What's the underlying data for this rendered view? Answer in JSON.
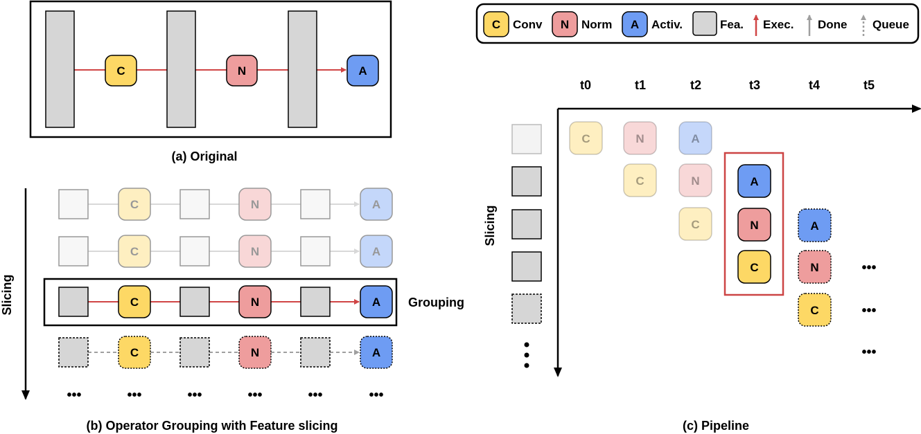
{
  "colors": {
    "conv": "#FDD865",
    "norm": "#EE9D9D",
    "activ": "#6E9CF3",
    "feature": "#D6D6D6",
    "exec_arrow": "#D04545",
    "done_arrow": "#9F9F9F",
    "highlight_box": "#CC4444"
  },
  "legend": {
    "conv_letter": "C",
    "conv_label": "Conv",
    "norm_letter": "N",
    "norm_label": "Norm",
    "activ_letter": "A",
    "activ_label": "Activ.",
    "feature_label": "Fea.",
    "exec_label": "Exec.",
    "done_label": "Done",
    "queue_label": "Queue"
  },
  "panel_a": {
    "caption": "(a) Original",
    "ops": [
      "C",
      "N",
      "A"
    ]
  },
  "panel_b": {
    "caption": "(b) Operator Grouping with Feature slicing",
    "axis_label": "Slicing",
    "group_label": "Grouping",
    "ops": [
      "C",
      "N",
      "A"
    ],
    "rows": [
      "done",
      "done",
      "exec",
      "queue"
    ],
    "ellipsis": "•••"
  },
  "panel_c": {
    "caption": "(c) Pipeline",
    "axis_label": "Slicing",
    "time_labels": [
      "t0",
      "t1",
      "t2",
      "t3",
      "t4",
      "t5"
    ],
    "ellipsis": "•••"
  }
}
